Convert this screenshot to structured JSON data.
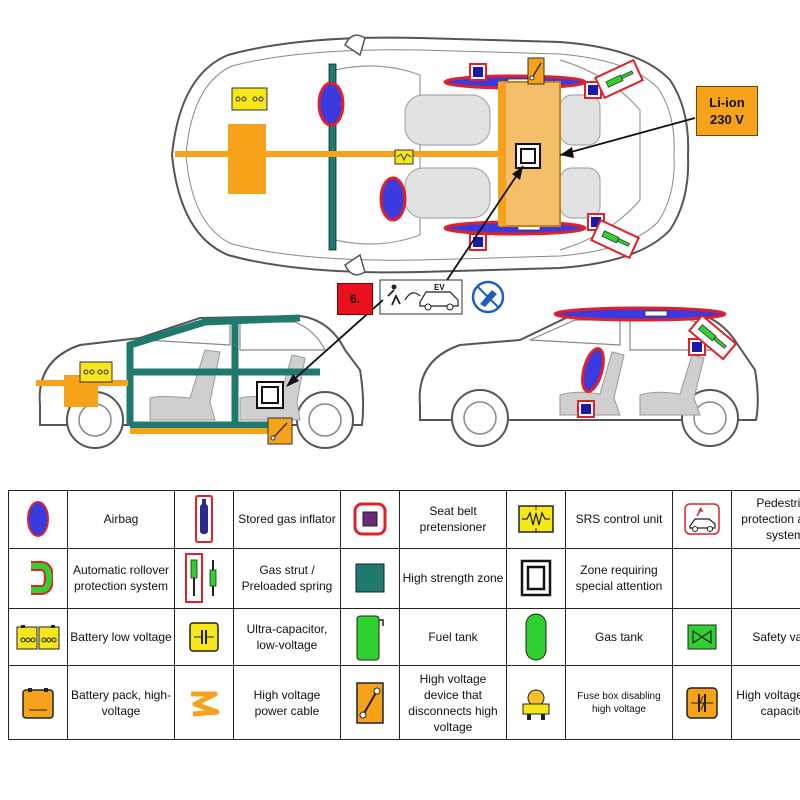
{
  "callouts": {
    "battery_line1": "Li-ion",
    "battery_line2": "230 V",
    "step": "6.",
    "ev_badge": "EV"
  },
  "legend": {
    "rows": [
      [
        {
          "icon": "airbag-icon",
          "label": "Airbag"
        },
        {
          "icon": "stored-gas-inflator-icon",
          "label": "Stored gas inflator"
        },
        {
          "icon": "seat-belt-pretensioner-icon",
          "label": "Seat belt pretensioner"
        },
        {
          "icon": "srs-control-unit-icon",
          "label": "SRS control unit"
        },
        {
          "icon": "pedestrian-protection-icon",
          "label": "Pedestrian protection active system"
        }
      ],
      [
        {
          "icon": "rollover-protection-icon",
          "label": "Automatic rollover protection system"
        },
        {
          "icon": "gas-strut-icon",
          "label": "Gas strut / Preloaded spring"
        },
        {
          "icon": "high-strength-zone-icon",
          "label": "High strength zone"
        },
        {
          "icon": "special-attention-zone-icon",
          "label": "Zone requiring special attention"
        },
        {
          "icon": "",
          "label": ""
        }
      ],
      [
        {
          "icon": "battery-low-voltage-icon",
          "label": "Battery low voltage"
        },
        {
          "icon": "ultracapacitor-low-voltage-icon",
          "label": "Ultra-capacitor, low-voltage"
        },
        {
          "icon": "fuel-tank-icon",
          "label": "Fuel tank"
        },
        {
          "icon": "gas-tank-icon",
          "label": "Gas tank"
        },
        {
          "icon": "safety-valve-icon",
          "label": "Safety valve"
        }
      ],
      [
        {
          "icon": "battery-pack-high-voltage-icon",
          "label": "Battery pack, high-voltage"
        },
        {
          "icon": "high-voltage-cable-icon",
          "label": "High voltage power cable"
        },
        {
          "icon": "hv-disconnect-device-icon",
          "label": "High voltage device that disconnects high voltage"
        },
        {
          "icon": "fuse-box-icon",
          "label": "Fuse box disabling high voltage"
        },
        {
          "icon": "hv-ultracapacitor-icon",
          "label": "High voltage ultra-capacitor"
        }
      ]
    ]
  },
  "colors": {
    "airbag": "#3a3adf",
    "airbag_border": "#e0202a",
    "high_strength": "#1f7a6e",
    "hv_orange": "#f7a21b",
    "gas_green": "#2fd12f",
    "srs_yellow": "#f5e71a",
    "accent_red": "#e8101a"
  }
}
